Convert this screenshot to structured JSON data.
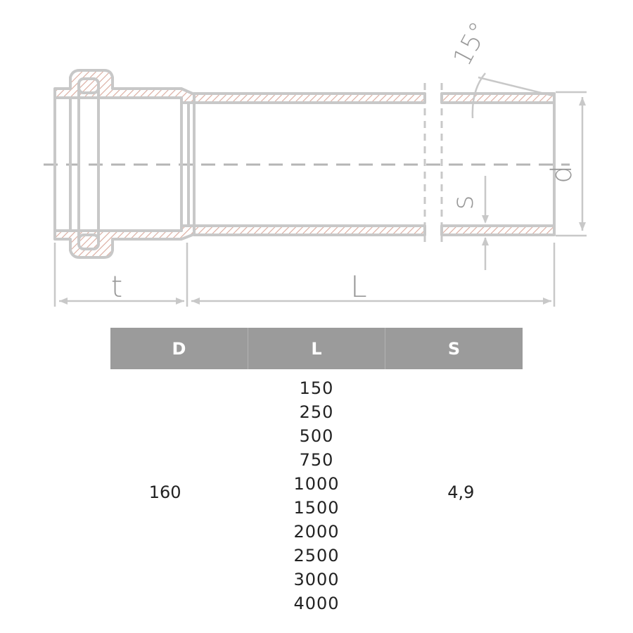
{
  "diagram": {
    "labels": {
      "angle": "15°",
      "inner_diameter": "d",
      "wall": "s",
      "socket_depth": "t",
      "length": "L"
    },
    "colors": {
      "line": "#c8c8c8",
      "hatch": "#d9a99c",
      "axis": "#b5b5b5",
      "label": "#999999"
    }
  },
  "table": {
    "headers": [
      "D",
      "L",
      "S"
    ],
    "colors": {
      "header_bg": "#9b9b9b",
      "header_text": "#ffffff"
    },
    "rows": [
      {
        "D": "160",
        "L": [
          "150",
          "250",
          "500",
          "750",
          "1000",
          "1500",
          "2000",
          "2500",
          "3000",
          "4000"
        ],
        "S": "4,9"
      }
    ]
  }
}
